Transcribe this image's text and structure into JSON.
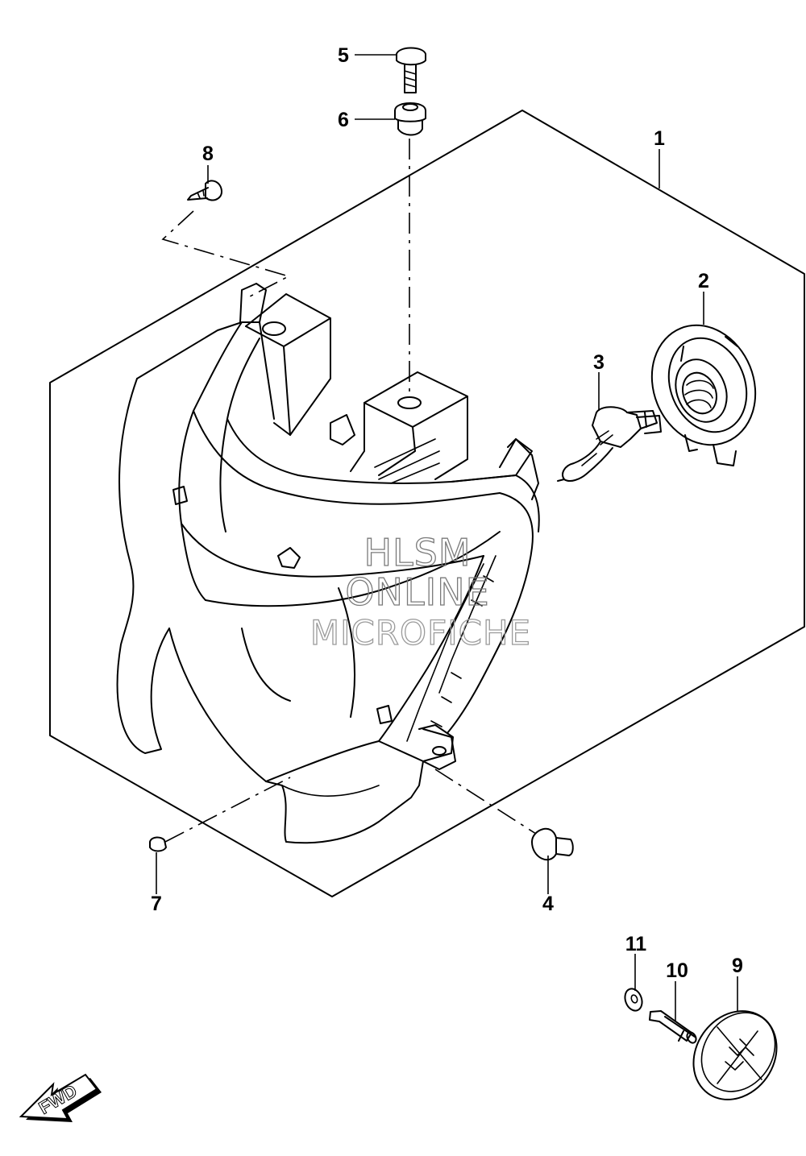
{
  "callouts": [
    {
      "id": "1",
      "label": "1"
    },
    {
      "id": "2",
      "label": "2"
    },
    {
      "id": "3",
      "label": "3"
    },
    {
      "id": "4",
      "label": "4"
    },
    {
      "id": "5",
      "label": "5"
    },
    {
      "id": "6",
      "label": "6"
    },
    {
      "id": "7",
      "label": "7"
    },
    {
      "id": "8",
      "label": "8"
    },
    {
      "id": "9",
      "label": "9"
    },
    {
      "id": "10",
      "label": "10"
    },
    {
      "id": "11",
      "label": "11"
    }
  ],
  "watermark": {
    "line1": "HLSM",
    "line2": "ONLINE",
    "line3": "MICROFICHE"
  },
  "direction_badge": {
    "label": "FWD",
    "icon": "fwd-arrow-icon"
  }
}
